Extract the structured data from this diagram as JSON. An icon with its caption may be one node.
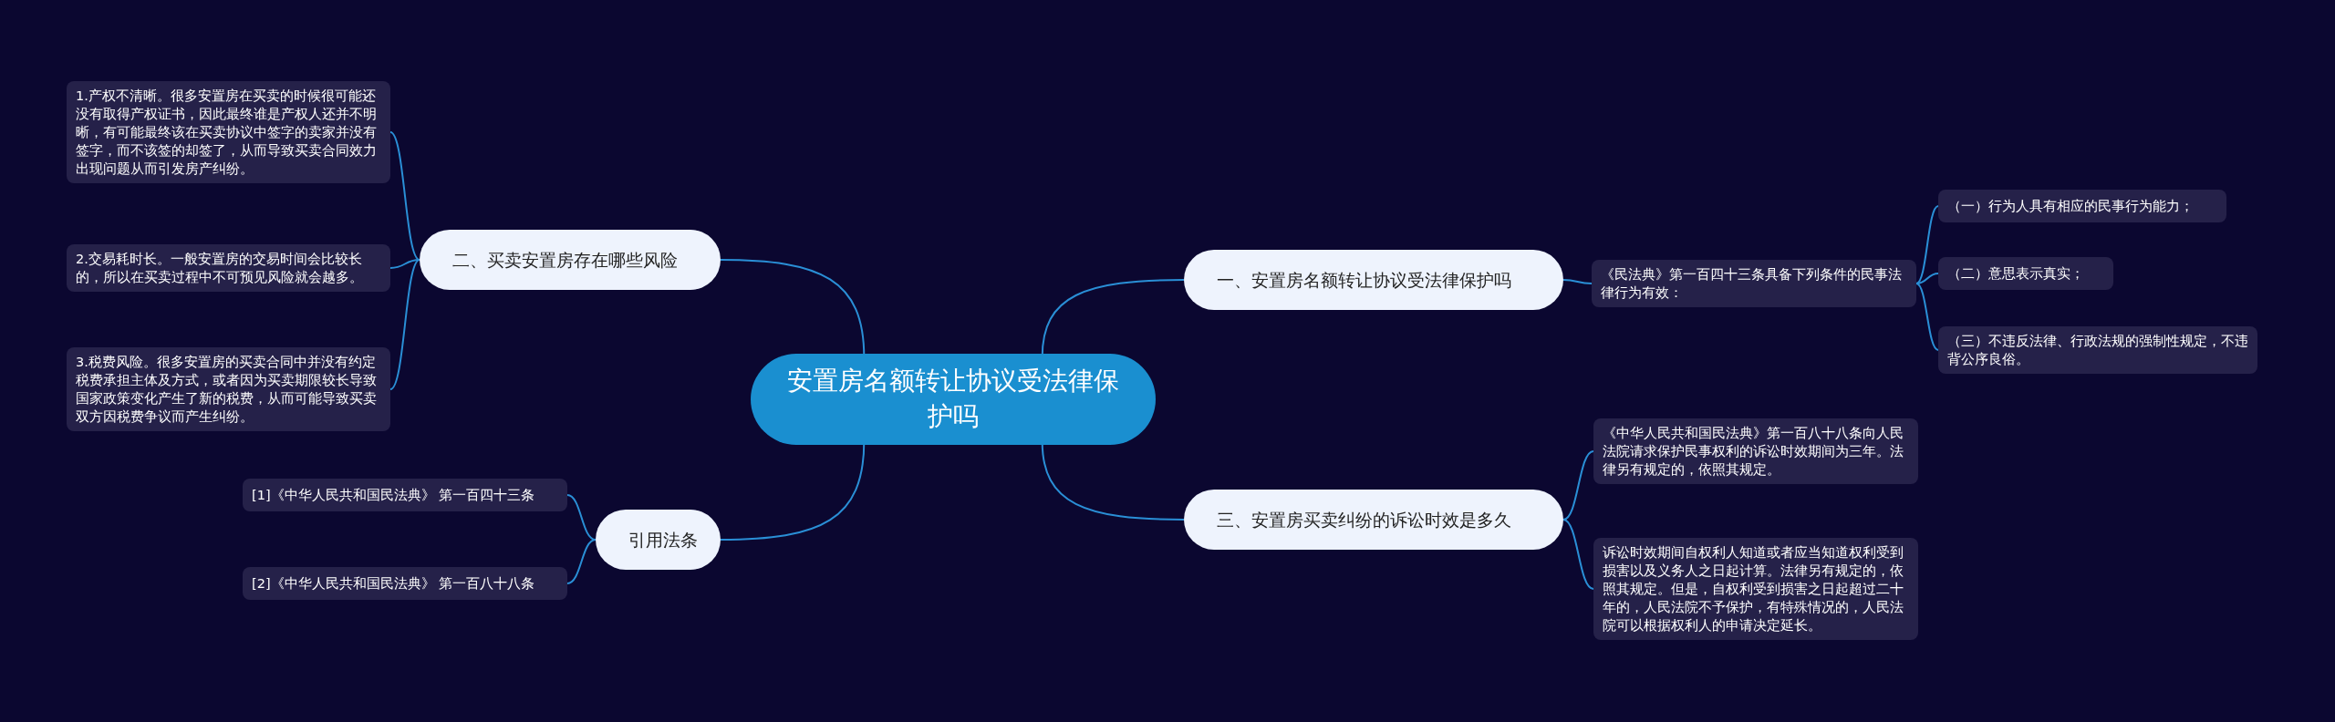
{
  "diagram": {
    "nodes": [
      {
        "text": [
          "安置房名额转让协议受法律保护吗"
        ]
      },
      {
        "text": [
          "二、买卖安置房存在哪些风险"
        ]
      },
      {
        "text": [
          "1.产权不清晰。很多安置房在买卖的时候很可能还没有取得产权证书，因此最终谁是产权人还并不明晰，有可能最终该在买卖协议中签字的卖家并没有签字，而不该签的却签了，从而导致买卖合同效力出现问题从而引发房产纠纷。"
        ]
      },
      {
        "text": [
          "2.交易耗时长。一般安置房的交易时间会比较长的，所以在买卖过程中不可预见风险就会越多。"
        ]
      },
      {
        "text": [
          "3.税费风险。很多安置房的买卖合同中并没有约定税费承担主体及方式，或者因为买卖期限较长导致国家政策变化产生了新的税费，从而可能导致买卖双方因税费争议而产生纠纷。"
        ]
      },
      {
        "text": [
          "一、安置房名额转让协议受法律保护吗"
        ]
      },
      {
        "text": [
          "《民法典》第一百四十三条具备下列条件的民事法律行为有效："
        ]
      },
      {
        "text": [
          "（一）行为人具有相应的民事行为能力；"
        ]
      },
      {
        "text": [
          "（二）意思表示真实；"
        ]
      },
      {
        "text": [
          "（三）不违反法律、行政法规的强制性规定，不违背公序良俗。"
        ]
      },
      {
        "text": [
          "三、安置房买卖纠纷的诉讼时效是多久"
        ]
      },
      {
        "text": [
          "《中华人民共和国民法典》第一百八十八条向人民法院请求保护民事权利的诉讼时效期间为三年。法律另有规定的，依照其规定。"
        ]
      },
      {
        "text": [
          "诉讼时效期间自权利人知道或者应当知道权利受到损害以及义务人之日起计算。法律另有规定的，依照其规定。但是，自权利受到损害之日起超过二十年的，人民法院不予保护，有特殊情况的，人民法院可以根据权利人的申请决定延长。"
        ]
      },
      {
        "text": [
          "引用法条"
        ]
      },
      {
        "text": [
          "[1]《中华人民共和国民法典》 第一百四十三条"
        ]
      },
      {
        "text": [
          "[2]《中华人民共和国民法典》 第一百八十八条"
        ]
      }
    ],
    "edges": [
      {
        "from": 0,
        "to": 1,
        "arrow": "none"
      },
      {
        "from": 1,
        "to": 2,
        "arrow": "none"
      },
      {
        "from": 1,
        "to": 3,
        "arrow": "none"
      },
      {
        "from": 1,
        "to": 4,
        "arrow": "none"
      },
      {
        "from": 0,
        "to": 5,
        "arrow": "none"
      },
      {
        "from": 5,
        "to": 6,
        "arrow": "none"
      },
      {
        "from": 6,
        "to": 7,
        "arrow": "none"
      },
      {
        "from": 6,
        "to": 8,
        "arrow": "none"
      },
      {
        "from": 6,
        "to": 9,
        "arrow": "none"
      },
      {
        "from": 0,
        "to": 10,
        "arrow": "none"
      },
      {
        "from": 10,
        "to": 11,
        "arrow": "none"
      },
      {
        "from": 10,
        "to": 12,
        "arrow": "none"
      },
      {
        "from": 0,
        "to": 13,
        "arrow": "none"
      },
      {
        "from": 13,
        "to": 14,
        "arrow": "none"
      },
      {
        "from": 13,
        "to": 15,
        "arrow": "none"
      }
    ]
  }
}
